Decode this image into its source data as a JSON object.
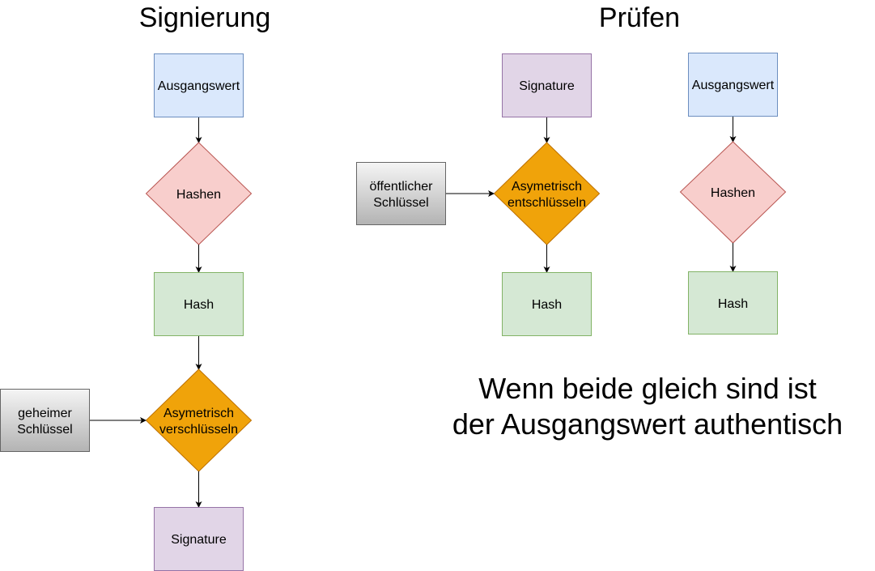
{
  "titles": {
    "left": "Signierung",
    "right": "Prüfen"
  },
  "signing": {
    "input": "Ausgangswert",
    "hash_step": "Hashen",
    "hash": "Hash",
    "encrypt_line1": "Asymetrisch",
    "encrypt_line2": "verschlüsseln",
    "key_line1": "geheimer",
    "key_line2": "Schlüssel",
    "output": "Signature"
  },
  "verify": {
    "signature": "Signature",
    "decrypt_line1": "Asymetrisch",
    "decrypt_line2": "entschlüsseln",
    "key_line1": "öffentlicher",
    "key_line2": "Schlüssel",
    "hash_left": "Hash",
    "input": "Ausgangswert",
    "hash_step": "Hashen",
    "hash_right": "Hash"
  },
  "conclusion": {
    "line1": "Wenn beide gleich sind ist",
    "line2": "der Ausgangswert authentisch"
  },
  "colors": {
    "blue_fill": "#dae8fc",
    "blue_stroke": "#6c8ebf",
    "red_fill": "#f8cecc",
    "red_stroke": "#b85450",
    "green_fill": "#d5e8d4",
    "green_stroke": "#82b366",
    "orange_fill": "#f0a30a",
    "orange_stroke": "#bd7000",
    "purple_fill": "#e1d5e7",
    "purple_stroke": "#9673a6",
    "gray_stroke": "#666666"
  }
}
